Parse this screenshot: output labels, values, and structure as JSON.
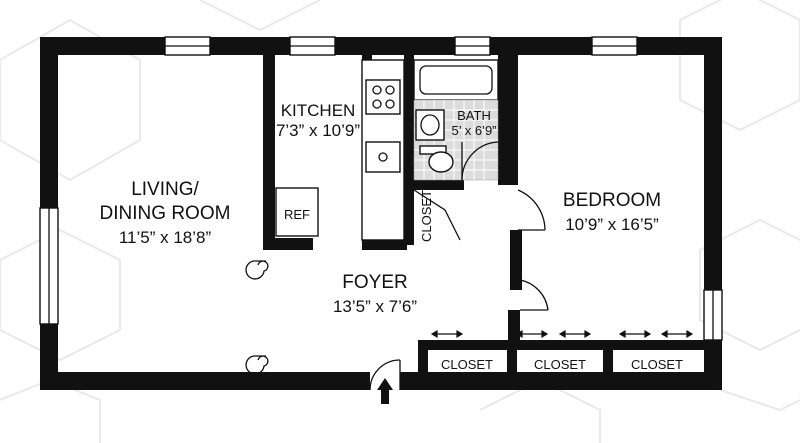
{
  "rooms": {
    "living": {
      "name_line1": "LIVING/",
      "name_line2": "DINING ROOM",
      "dims": "11’5” x 18’8”"
    },
    "kitchen": {
      "name": "KITCHEN",
      "dims": "7’3” x 10’9”"
    },
    "bath": {
      "name": "BATH",
      "dims": "5’ x 6’9”"
    },
    "bedroom": {
      "name": "BEDROOM",
      "dims": "10’9” x 16’5”"
    },
    "foyer": {
      "name": "FOYER",
      "dims": "13’5” x 7’6”"
    }
  },
  "labels": {
    "ref": "REF",
    "closet_vertical": "CLOSET",
    "closets": [
      "CLOSET",
      "CLOSET",
      "CLOSET"
    ]
  },
  "colors": {
    "walls": "#111111",
    "background": "#ffffff",
    "pattern": "#e9e9e9"
  },
  "icons": {
    "entry": "entry-arrow-icon",
    "stove": "stove-icon",
    "sink": "sink-icon",
    "toilet": "toilet-icon",
    "tub": "bathtub-icon"
  }
}
